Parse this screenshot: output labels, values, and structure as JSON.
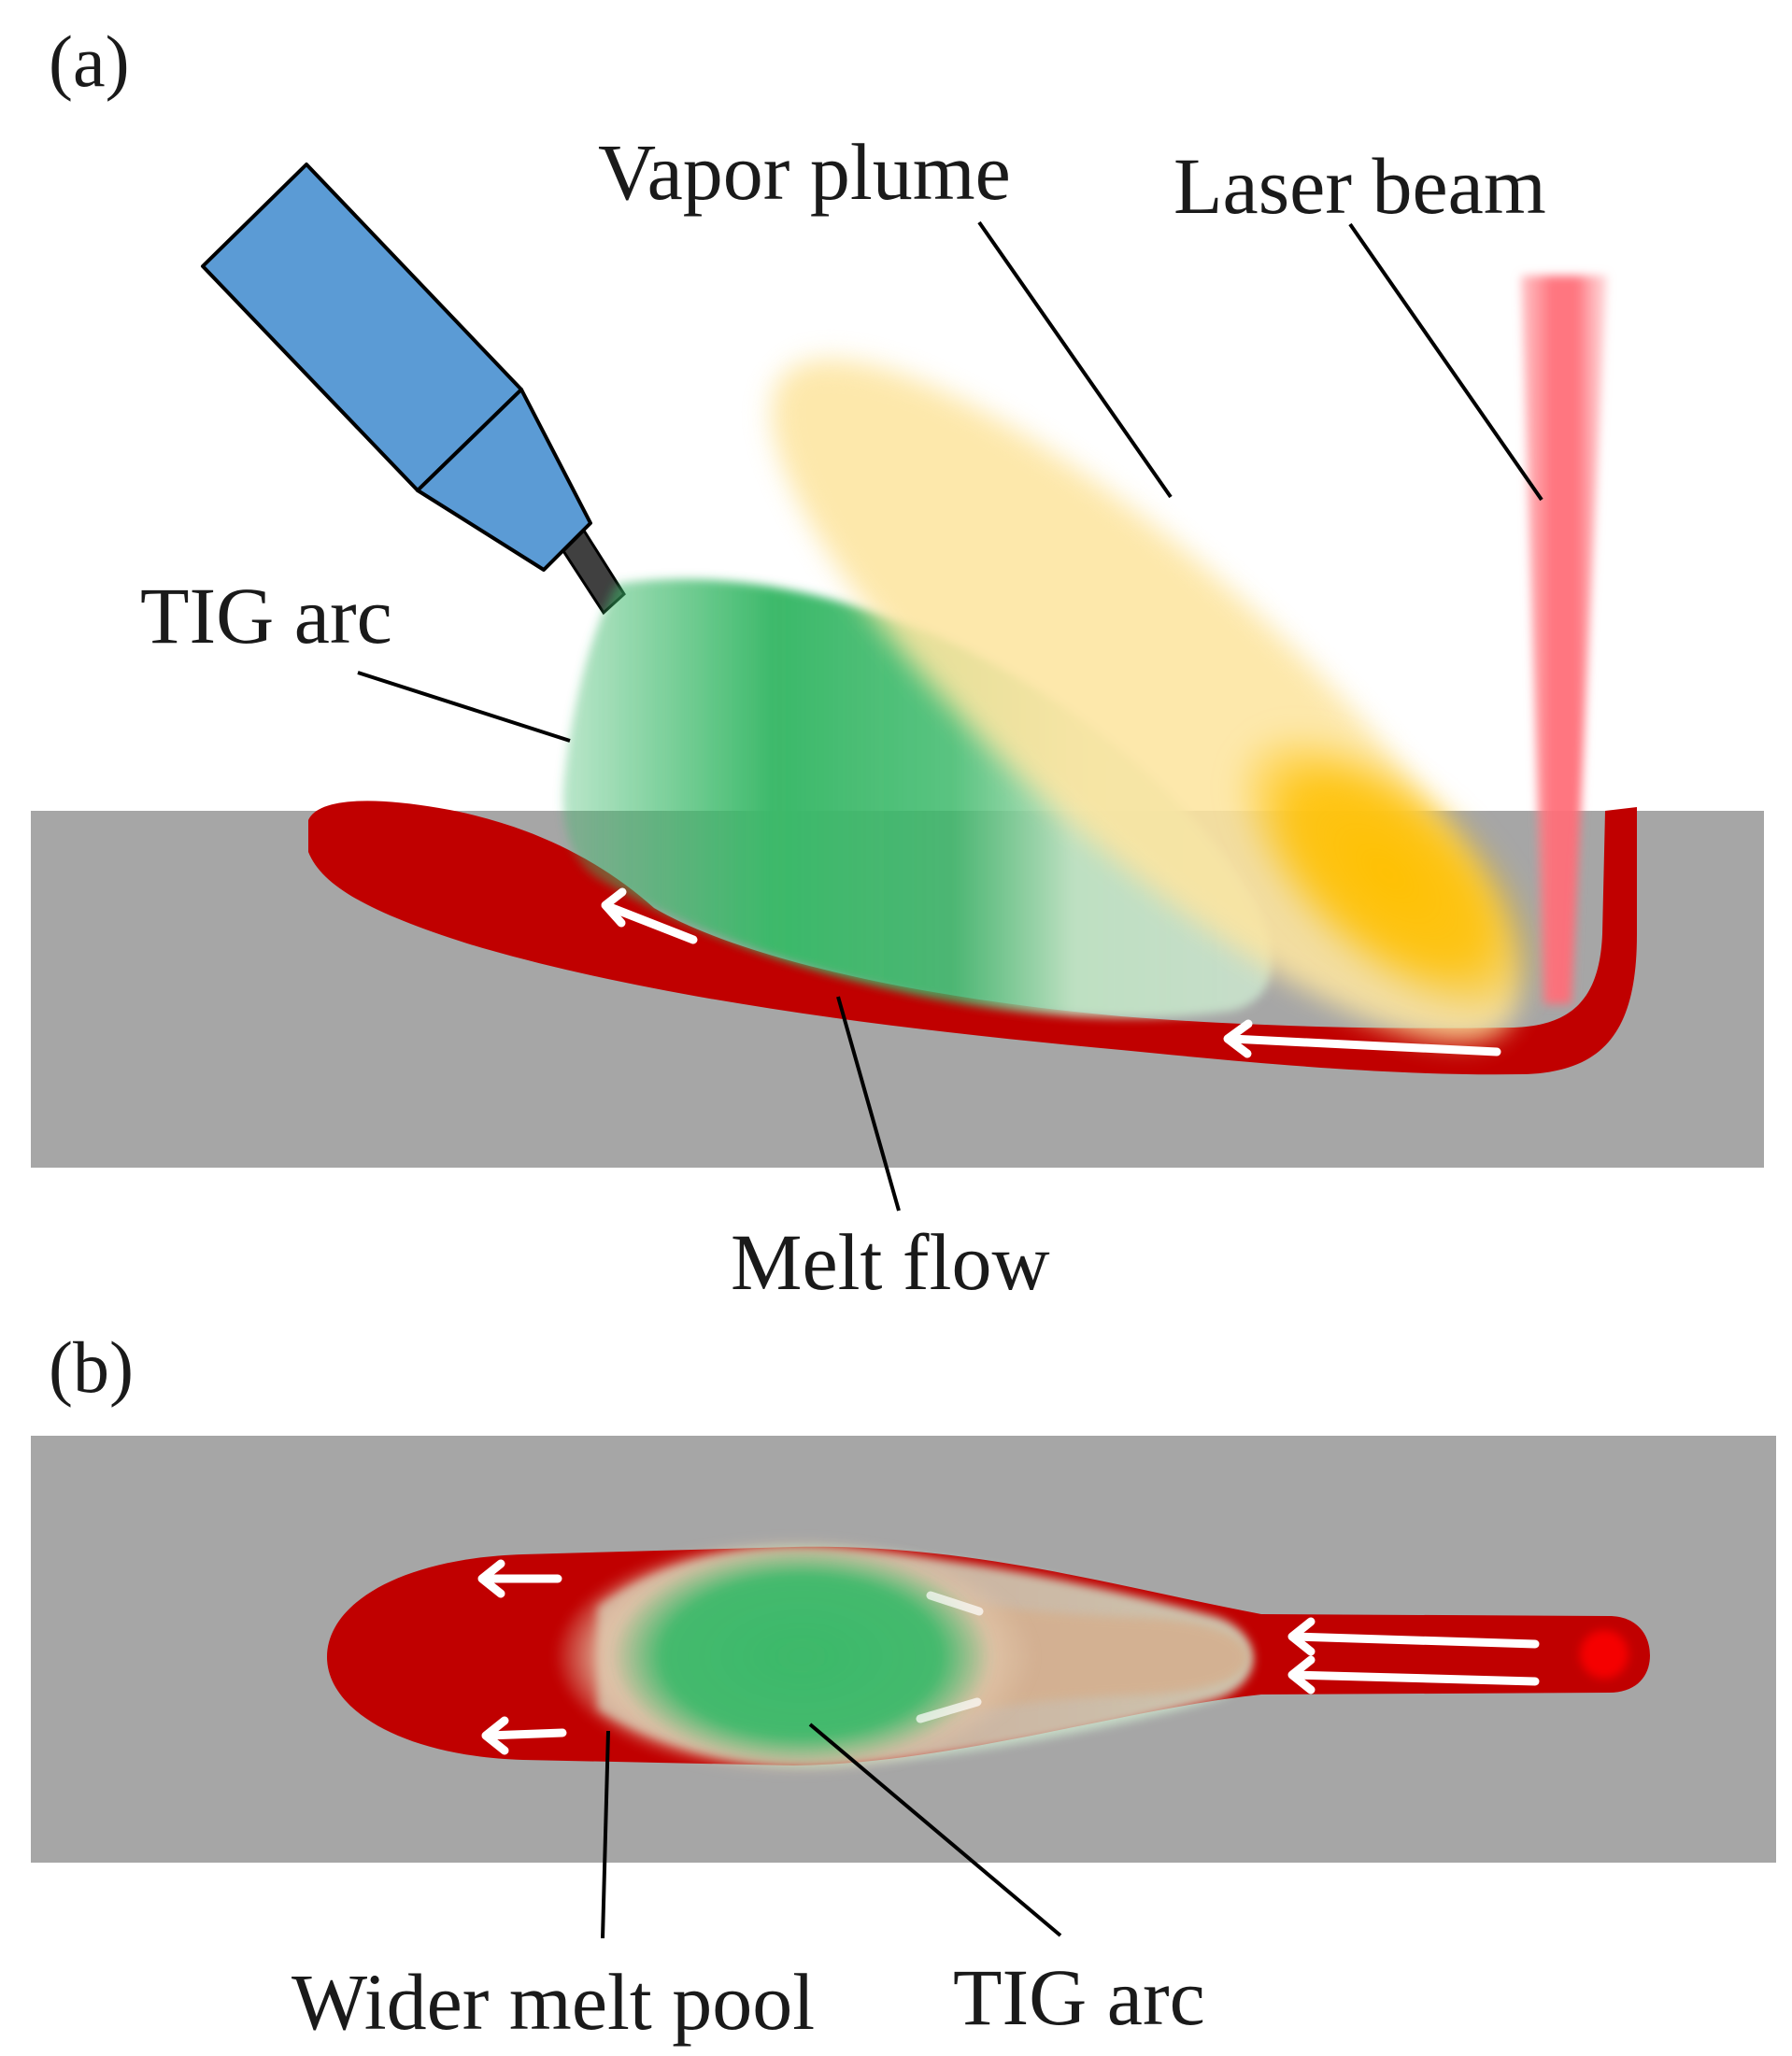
{
  "panel_a": {
    "tag": "(a)",
    "labels": {
      "vapor_plume": "Vapor plume",
      "laser_beam": "Laser beam",
      "tig_arc": "TIG arc",
      "melt_flow": "Melt flow"
    }
  },
  "panel_b": {
    "tag": "(b)",
    "labels": {
      "wider_melt_pool": "Wider melt pool",
      "tig_arc": "TIG arc"
    }
  },
  "colors": {
    "workpiece": "#a6a6a6",
    "melt": "#c00000",
    "torch": "#5b9bd5",
    "electrode": "#404040",
    "arc": "#3cb96a",
    "plume": "#fde5a0",
    "plume_core": "#ffc000",
    "laser": "#ff6e78",
    "flow_arrow": "#ffffff"
  }
}
